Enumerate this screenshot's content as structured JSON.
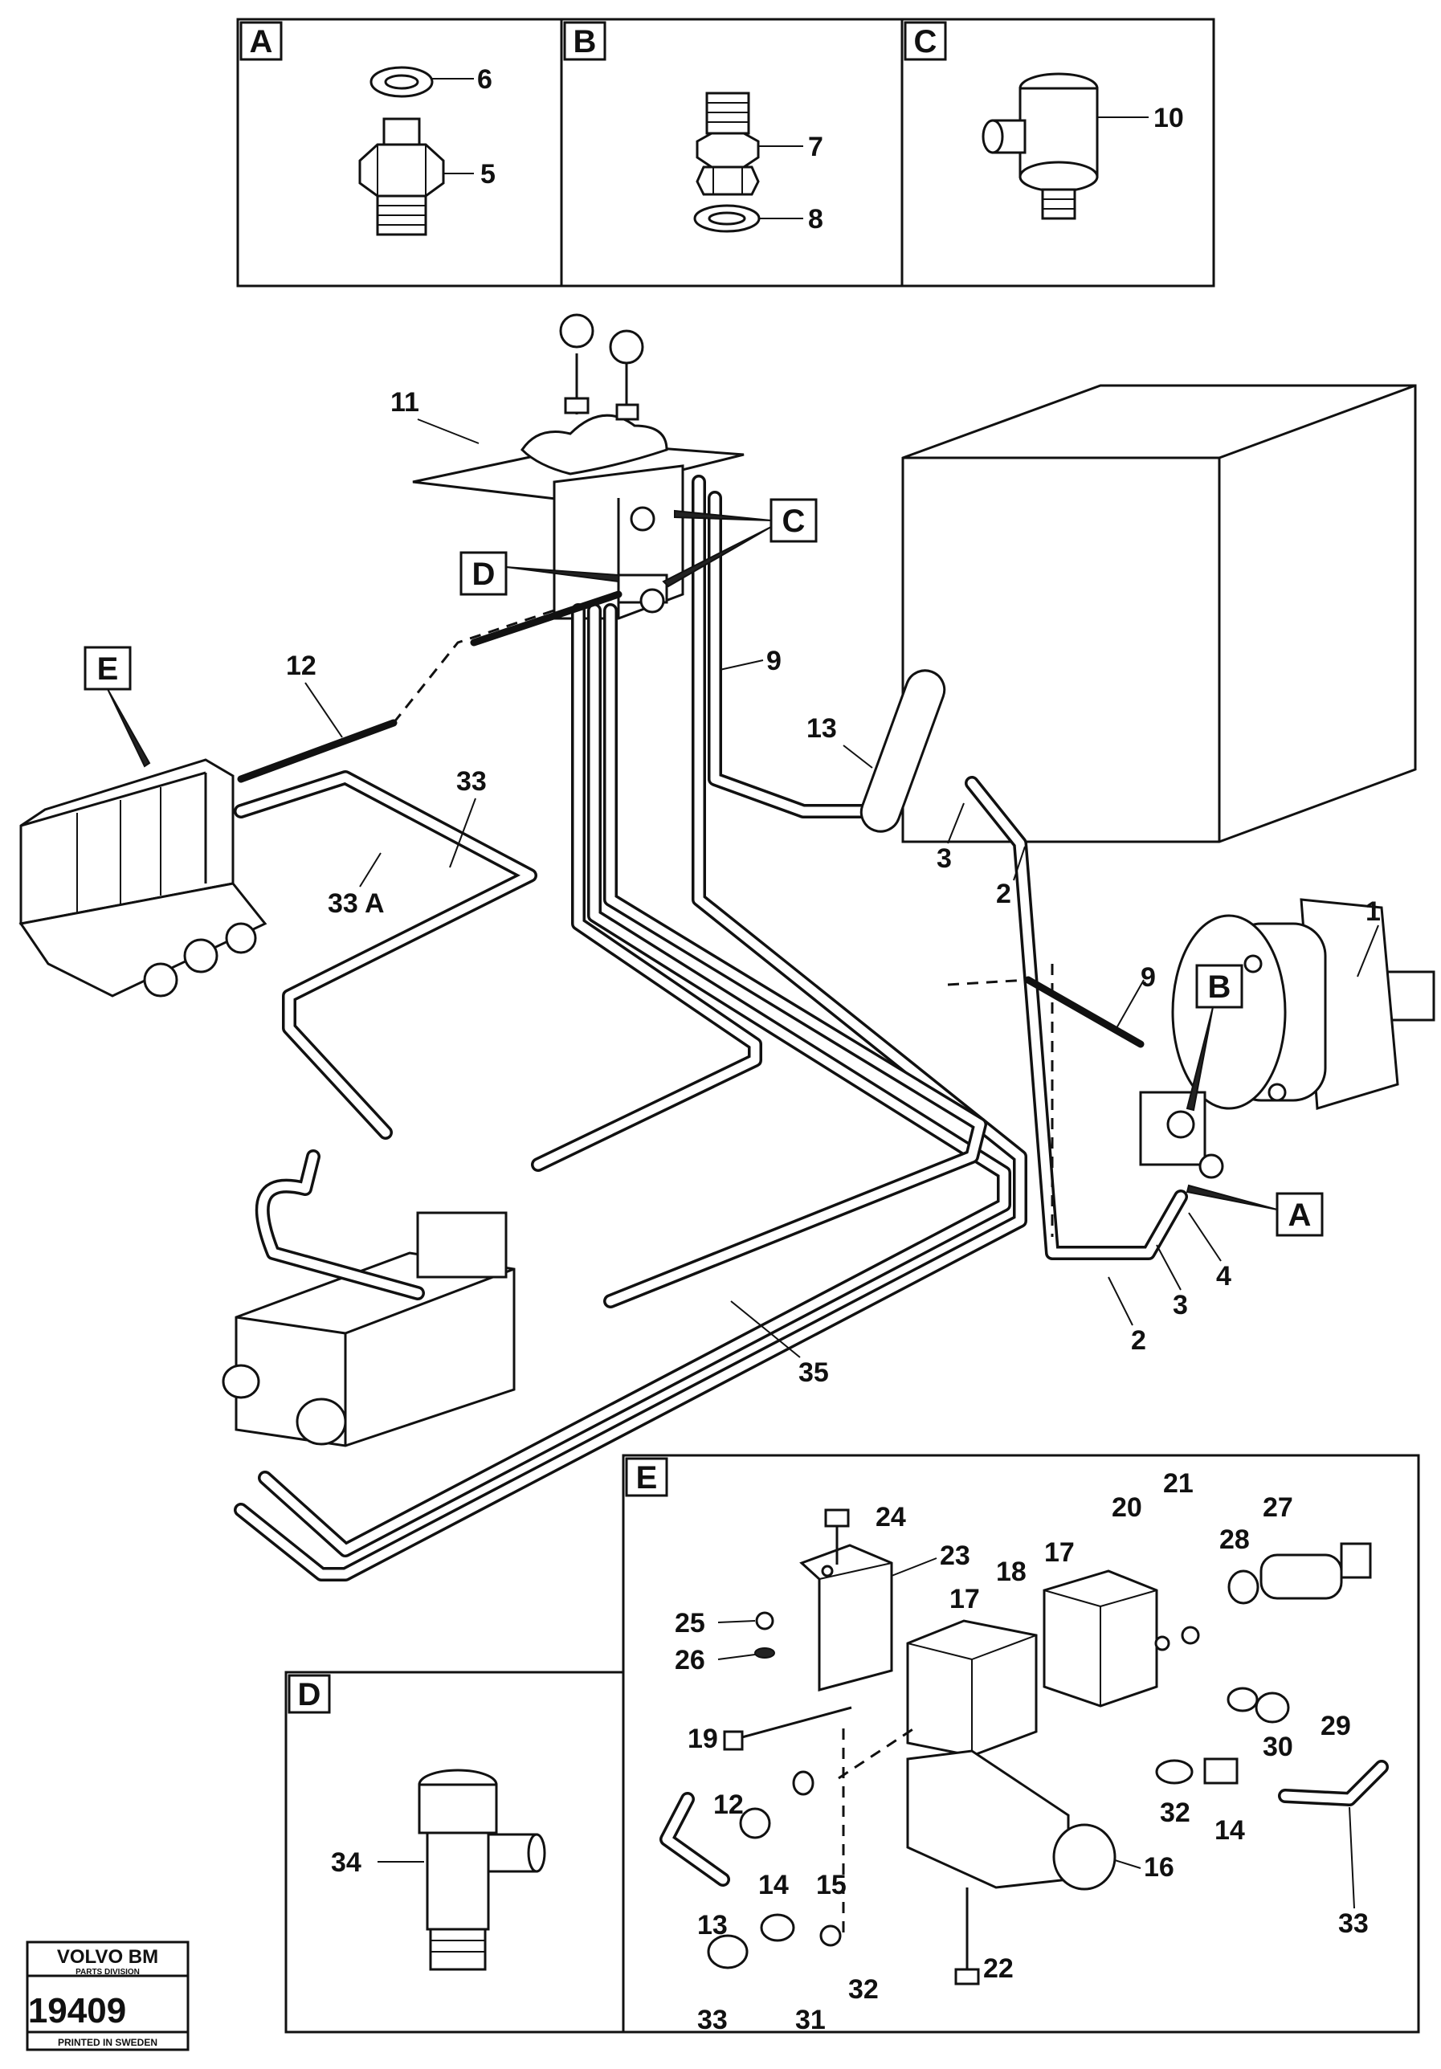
{
  "detail_boxes": {
    "A": "A",
    "B": "B",
    "C": "C",
    "D": "D",
    "E": "E"
  },
  "callouts": {
    "c1": "1",
    "c2a": "2",
    "c2b": "2",
    "c3a": "3",
    "c3b": "3",
    "c4": "4",
    "c5": "5",
    "c6": "6",
    "c7": "7",
    "c8": "8",
    "c9a": "9",
    "c9b": "9",
    "c10": "10",
    "c11": "11",
    "c12": "12",
    "c12e": "12",
    "c13a": "13",
    "c13e": "13",
    "c14a": "14",
    "c14b": "14",
    "c15": "15",
    "c16": "16",
    "c17a": "17",
    "c17b": "17",
    "c18": "18",
    "c19": "19",
    "c20": "20",
    "c21": "21",
    "c22": "22",
    "c23": "23",
    "c24": "24",
    "c25": "25",
    "c26": "26",
    "c27": "27",
    "c28": "28",
    "c29": "29",
    "c30": "30",
    "c31": "31",
    "c32a": "32",
    "c32b": "32",
    "c33": "33",
    "c33a": "33 A",
    "c33b": "33",
    "c33c": "33",
    "c34": "34",
    "c35": "35"
  },
  "pointer_labels": {
    "B": "B",
    "C": "C",
    "D": "D",
    "E": "E",
    "A": "A"
  },
  "stamp": {
    "brand": "VOLVO BM",
    "division": "PARTS DIVISION",
    "number": "19409",
    "printed": "PRINTED IN SWEDEN"
  }
}
